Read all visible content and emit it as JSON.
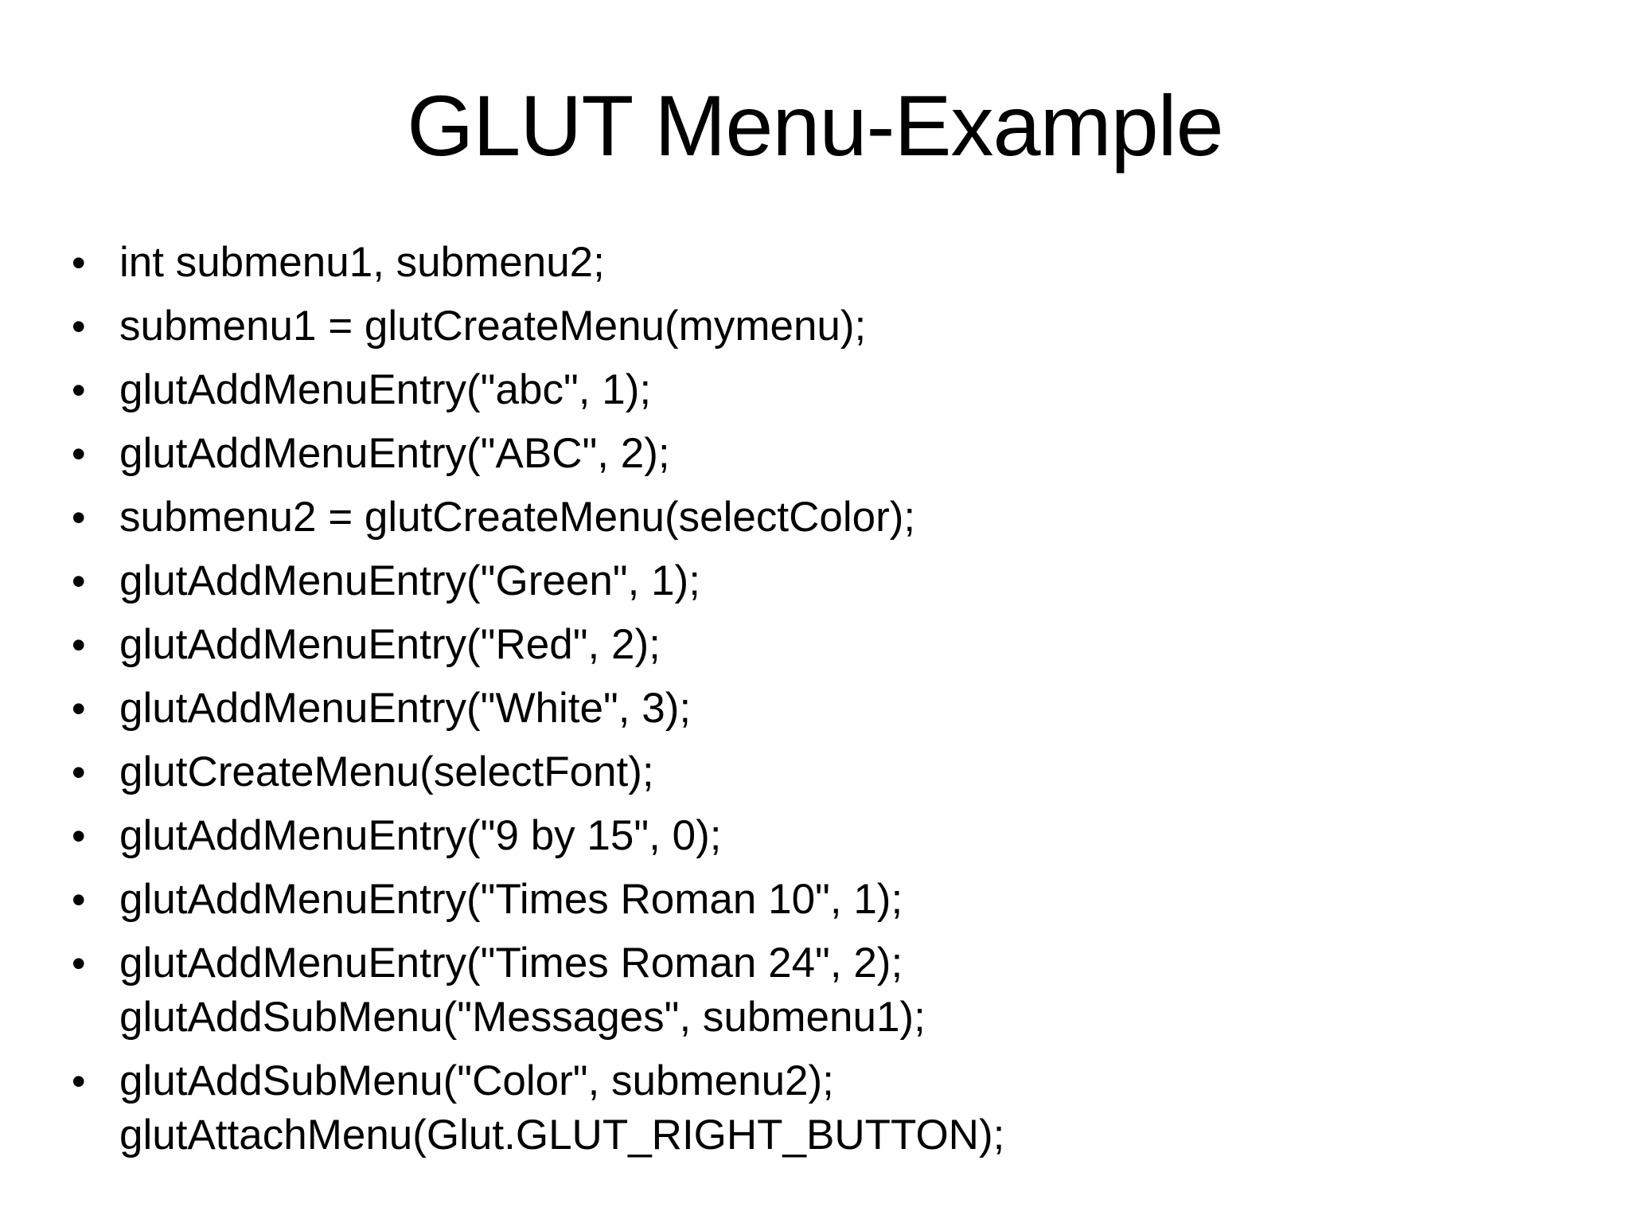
{
  "slide": {
    "title": "GLUT Menu-Example",
    "bullet_marker": "•",
    "bullets": [
      {
        "text": "int submenu1, submenu2;"
      },
      {
        "text": "submenu1 = glutCreateMenu(mymenu);"
      },
      {
        "text": "glutAddMenuEntry(\"abc\", 1);"
      },
      {
        "text": "glutAddMenuEntry(\"ABC\", 2);"
      },
      {
        "text": "submenu2 = glutCreateMenu(selectColor);"
      },
      {
        "text": "glutAddMenuEntry(\"Green\", 1);"
      },
      {
        "text": "glutAddMenuEntry(\"Red\", 2);"
      },
      {
        "text": "glutAddMenuEntry(\"White\", 3);"
      },
      {
        "text": "glutCreateMenu(selectFont);"
      },
      {
        "text": "glutAddMenuEntry(\"9 by 15\", 0);"
      },
      {
        "text": "glutAddMenuEntry(\"Times Roman 10\", 1);"
      },
      {
        "text": "glutAddMenuEntry(\"Times Roman 24\", 2);\nglutAddSubMenu(\"Messages\", submenu1);"
      },
      {
        "text": "glutAddSubMenu(\"Color\", submenu2);\nglutAttachMenu(Glut.GLUT_RIGHT_BUTTON);"
      }
    ]
  },
  "colors": {
    "background": "#ffffff",
    "text": "#000000"
  }
}
